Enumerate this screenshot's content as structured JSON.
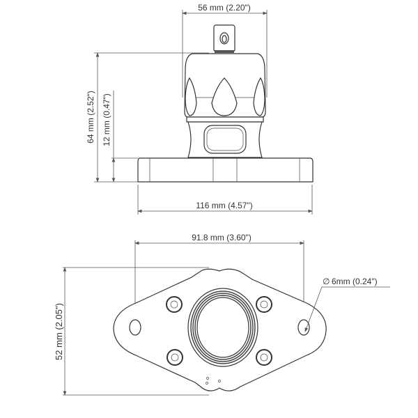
{
  "side_view": {
    "width_top": "56 mm (2.20\")",
    "height_total": "64 mm (2.52\")",
    "height_base": "12 mm (0.47\")",
    "width_base": "116 mm (4.57\")"
  },
  "bottom_view": {
    "hole_spacing": "91.8 mm (3.60\")",
    "plate_height": "52 mm (2.05\")",
    "hole_diameter": "6mm (0.24\")",
    "diameter_symbol": "∅"
  }
}
